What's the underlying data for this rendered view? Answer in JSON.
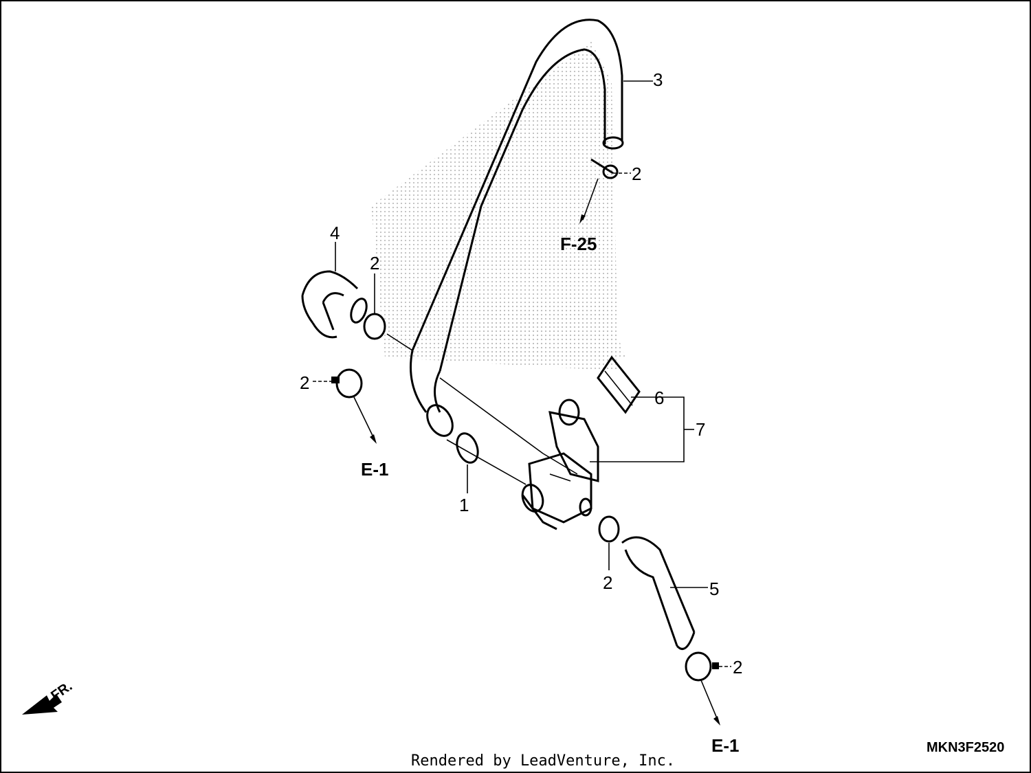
{
  "diagram": {
    "part_callouts": {
      "p1": "1",
      "p2a": "2",
      "p2b": "2",
      "p2c": "2",
      "p2d": "2",
      "p2e": "2",
      "p3": "3",
      "p4": "4",
      "p5": "5",
      "p6": "6",
      "p7": "7"
    },
    "references": {
      "f25": "F-25",
      "e1_left": "E-1",
      "e1_bottom": "E-1"
    },
    "direction_marker": "FR.",
    "drawing_code": "MKN3F2520",
    "footer": "Rendered by LeadVenture, Inc."
  },
  "colors": {
    "line": "#000000",
    "watermark": "#bdbdbd",
    "background": "#ffffff"
  }
}
